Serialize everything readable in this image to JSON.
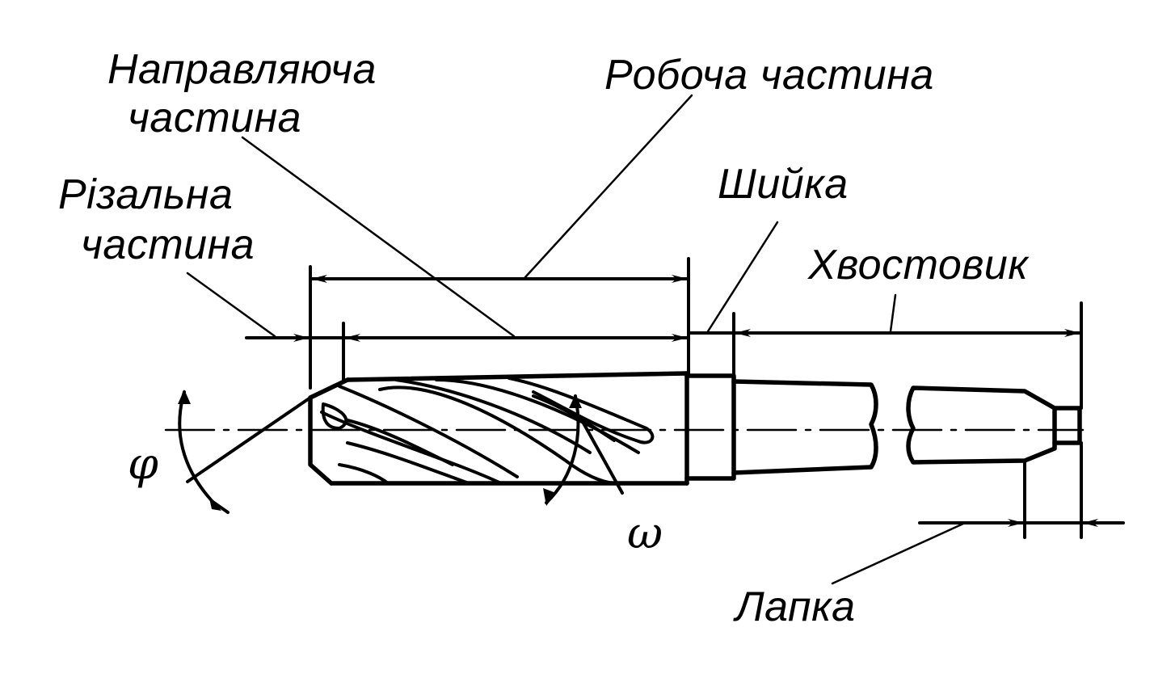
{
  "diagram": {
    "labels": {
      "guide_part_line1": "Направляюча",
      "guide_part_line2": "частина",
      "working_part": "Робоча частина",
      "cutting_part_line1": "Різальна",
      "cutting_part_line2": "частина",
      "neck": "Шийка",
      "shank": "Хвостовик",
      "tang": "Лапка"
    },
    "symbols": {
      "lead_angle": "φ",
      "helix_angle": "ω"
    },
    "colors": {
      "ink": "#000000",
      "background": "#ffffff"
    }
  }
}
